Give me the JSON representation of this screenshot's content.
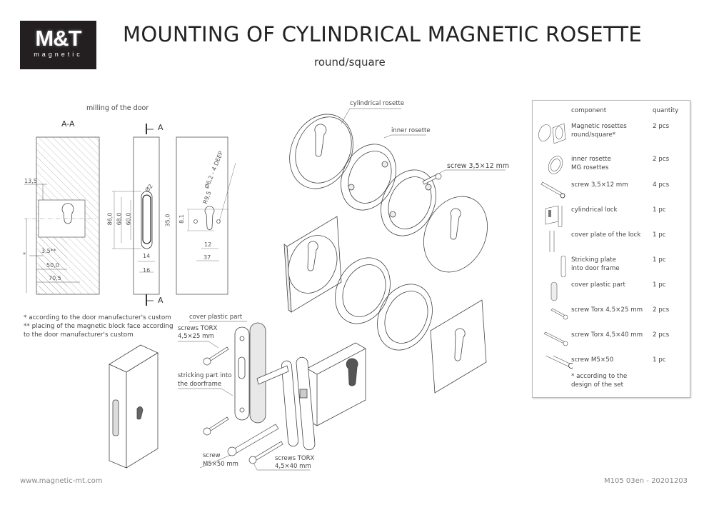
{
  "header": {
    "logo_main": "M&T",
    "logo_sub": "magnetic",
    "title": "MOUNTING OF CYLINDRICAL MAGNETIC ROSETTE",
    "subtitle": "round/square"
  },
  "milling": {
    "heading": "milling of  the door",
    "section_label": "A-A",
    "section_marker_top": "A",
    "section_marker_bottom": "A",
    "dimensions": {
      "d13_5": "13,5",
      "d3_5": "3,5**",
      "d50": "50,0",
      "d70_5": "70,5",
      "star": "*",
      "d86": "86,0",
      "d68": "68,0",
      "d60": "60,0",
      "d14": "14",
      "d16": "16",
      "phi2": "Ø2",
      "d35": "35,0",
      "d8_1": "8,1",
      "r9_5": "R9,5",
      "phi6_2": "Ø6,2 - 4 DEEP",
      "d12": "12",
      "d37": "37"
    },
    "notes": [
      "*   according to the door manufacturer's custom",
      "** placing of the magnetic block face according",
      "to the door manufacturer's custom"
    ]
  },
  "callouts": {
    "cylindrical_rosette": "cylindrical rosette",
    "inner_rosette": "inner rosette",
    "screw_3_5": "screw 3,5×12 mm",
    "cover_plastic": "cover plastic part",
    "screws_torx_25_l1": "screws TORX",
    "screws_torx_25_l2": "4,5×25 mm",
    "stricking_l1": "stricking part into",
    "stricking_l2": "the doorframe",
    "screw_m5_l1": "screw",
    "screw_m5_l2": "M5×50 mm",
    "screws_torx_40_l1": "screws TORX",
    "screws_torx_40_l2": "4,5×40 mm"
  },
  "parts_table": {
    "header_component": "component",
    "header_quantity": "quantity",
    "rows": [
      {
        "icon": "rosettes-icon",
        "component": [
          "Magnetic rosettes",
          "round/square*"
        ],
        "quantity": "2 pcs"
      },
      {
        "icon": "inner-rosette-icon",
        "component": [
          "inner rosette",
          "MG rosettes"
        ],
        "quantity": "2 pcs"
      },
      {
        "icon": "screw-icon",
        "component": [
          "screw 3,5×12 mm"
        ],
        "quantity": "4 pcs"
      },
      {
        "icon": "cylindrical-lock-icon",
        "component": [
          "cylindrical lock"
        ],
        "quantity": "1 pc"
      },
      {
        "icon": "cover-plate-icon",
        "component": [
          "cover plate of the lock"
        ],
        "quantity": "1 pc"
      },
      {
        "icon": "stricking-plate-icon",
        "component": [
          "Stricking plate",
          "into door frame"
        ],
        "quantity": "1 pc"
      },
      {
        "icon": "cover-plastic-icon",
        "component": [
          "cover plastic part"
        ],
        "quantity": "1 pc"
      },
      {
        "icon": "torx-screw-icon",
        "component": [
          "screw Torx 4,5×25 mm"
        ],
        "quantity": "2 pcs"
      },
      {
        "icon": "torx-screw-long-icon",
        "component": [
          "screw Torx 4,5×40 mm"
        ],
        "quantity": "2 pcs"
      },
      {
        "icon": "m5-screw-icon",
        "component": [
          "screw M5×50"
        ],
        "quantity": "1 pc"
      }
    ],
    "footnote": [
      "* according to the",
      "design of the set"
    ]
  },
  "footer": {
    "url": "www.magnetic-mt.com",
    "code": "M105 03en - 20201203"
  }
}
